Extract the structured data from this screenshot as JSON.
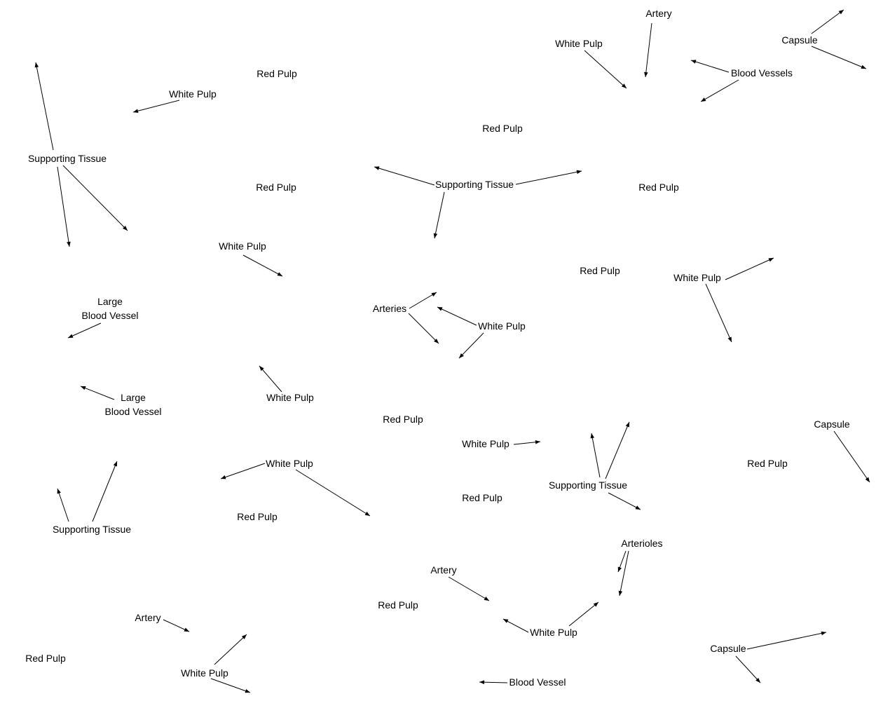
{
  "diagram": {
    "labels": {
      "artery_top": "Artery",
      "white_pulp_top": "White Pulp",
      "capsule_top": "Capsule",
      "blood_vessels_top": "Blood Vessels",
      "red_pulp_1": "Red Pulp",
      "white_pulp_2": "White Pulp",
      "supporting_tissue_left": "Supporting Tissue",
      "red_pulp_2": "Red Pulp",
      "red_pulp_3": "Red Pulp",
      "supporting_tissue_center": "Supporting Tissue",
      "red_pulp_4": "Red Pulp",
      "white_pulp_3": "White Pulp",
      "red_pulp_5": "Red Pulp",
      "white_pulp_right": "White Pulp",
      "large_blood_vessel_1": "Large\nBlood Vessel",
      "arteries": "Arteries",
      "white_pulp_center": "White Pulp",
      "large_blood_vessel_2": "Large\nBlood Vessel",
      "white_pulp_4": "White Pulp",
      "red_pulp_6": "Red Pulp",
      "capsule_right": "Capsule",
      "white_pulp_5": "White Pulp",
      "white_pulp_6": "White Pulp",
      "red_pulp_7": "Red Pulp",
      "supporting_tissue_right": "Supporting Tissue",
      "red_pulp_8": "Red Pulp",
      "supporting_tissue_bottom_left": "Supporting Tissue",
      "red_pulp_9": "Red Pulp",
      "arterioles": "Arterioles",
      "artery_bottom_center": "Artery",
      "red_pulp_10": "Red Pulp",
      "artery_bottom_left": "Artery",
      "white_pulp_7": "White Pulp",
      "red_pulp_11": "Red Pulp",
      "capsule_bottom": "Capsule",
      "white_pulp_8": "White Pulp",
      "blood_vessel_bottom": "Blood Vessel"
    }
  }
}
